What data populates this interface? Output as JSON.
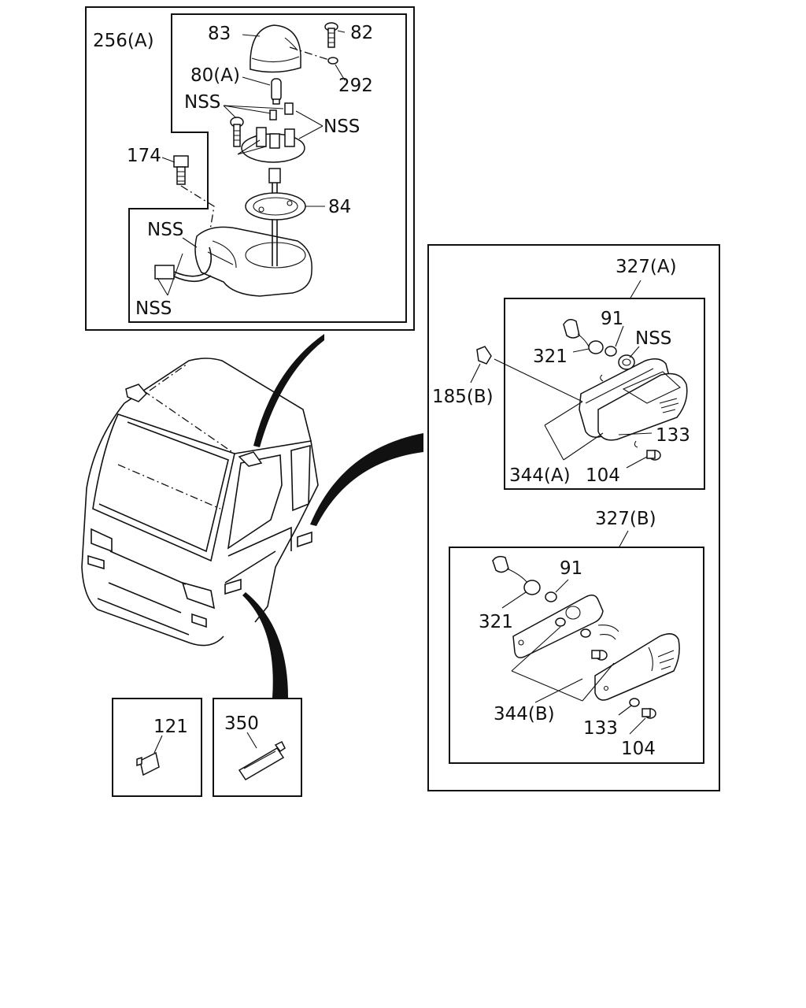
{
  "labels": {
    "l256a": "256(A)",
    "l83": "83",
    "l82": "82",
    "l80a": "80(A)",
    "l292": "292",
    "nss_top1": "NSS",
    "nss_top2": "NSS",
    "l174": "174",
    "l84": "84",
    "nss_lamp1": "NSS",
    "nss_lamp2": "NSS",
    "l327a": "327(A)",
    "l91a": "91",
    "l321a": "321",
    "nss_right": "NSS",
    "l185b": "185(B)",
    "l133a": "133",
    "l344a": "344(A)",
    "l104a": "104",
    "l327b": "327(B)",
    "l91b": "91",
    "l321b": "321",
    "l344b": "344(B)",
    "l133b": "133",
    "l104b": "104",
    "l121": "121",
    "l350": "350"
  }
}
